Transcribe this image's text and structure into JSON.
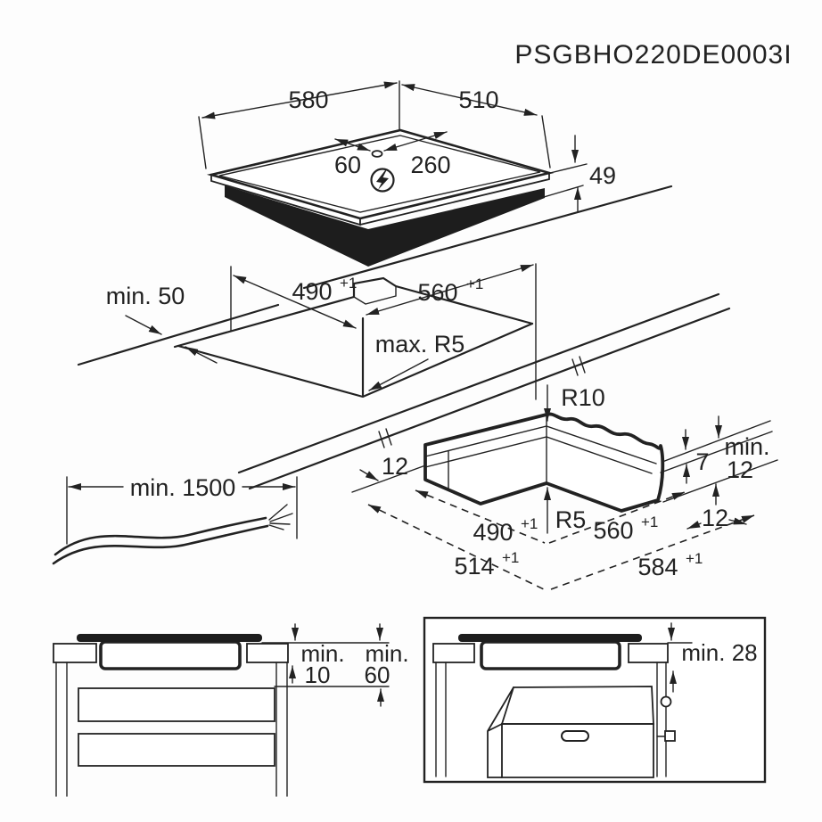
{
  "colors": {
    "line": "#222222",
    "background": "#ffffff"
  },
  "title": "PSGBHO220DE0003I",
  "hob_top_view": {
    "width": "580",
    "depth": "510",
    "connection_offset_left": "60",
    "connection_offset_right": "260",
    "height": "49",
    "power_icon": "lightning-in-circle"
  },
  "worktop_cutout": {
    "wall_clearance": "min. 50",
    "cutout_depth": "490",
    "cutout_depth_tolerance": "+1",
    "cutout_width": "560",
    "cutout_width_tolerance": "+1",
    "corner_radius": "max. R5"
  },
  "flush_recess": {
    "top_corner_radius": "R10",
    "inner_corner_radius": "R5",
    "ledge_width_left": "12",
    "recess_depth": "7",
    "min_label": "min.",
    "min_remaining_thickness": "12",
    "ledge_width_right": "12",
    "recess_depth_dim": "490",
    "recess_depth_tolerance": "+1",
    "recess_width_dim": "560",
    "recess_width_tolerance": "+1",
    "outer_depth": "514",
    "outer_depth_tolerance": "+1",
    "outer_width": "584",
    "outer_width_tolerance": "+1"
  },
  "mains_cable": {
    "length": "min. 1500"
  },
  "drawer_clearance": {
    "min_label_a": "min.",
    "hob_to_drawer": "10",
    "min_label_b": "min.",
    "hob_to_cabinet": "60"
  },
  "oven_clearance": {
    "hob_to_oven": "min. 28"
  }
}
